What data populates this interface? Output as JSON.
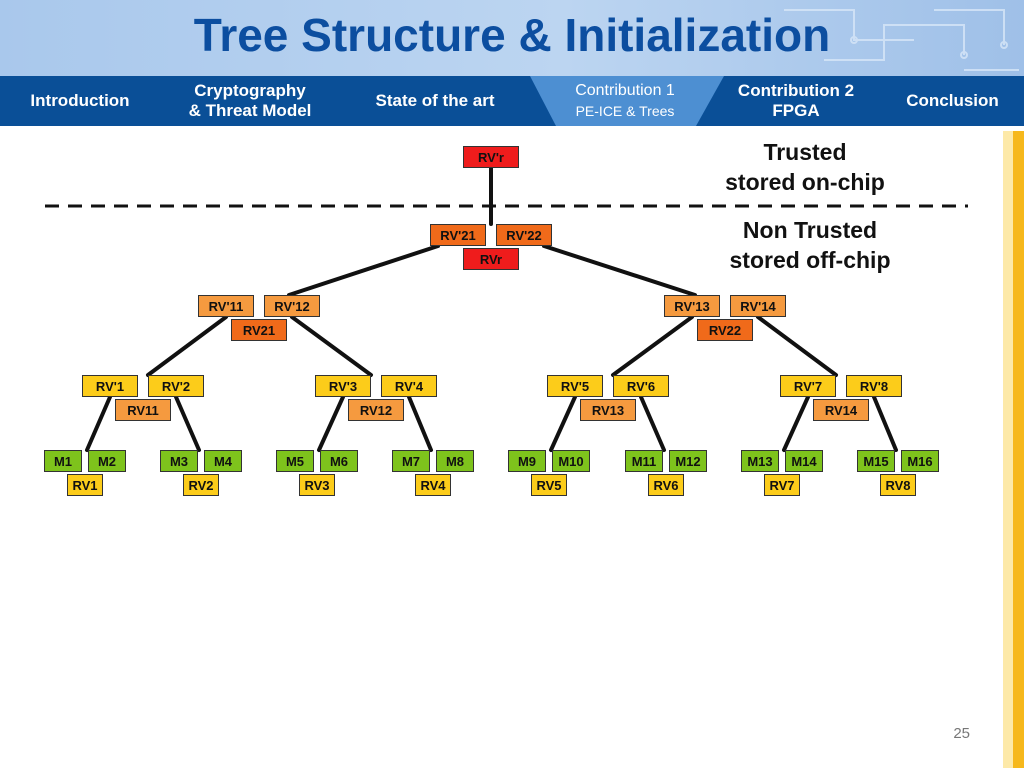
{
  "header": {
    "title": "Tree Structure & Initialization"
  },
  "nav": {
    "items": [
      {
        "label": "Introduction"
      },
      {
        "line1": "Cryptography",
        "line2": "& Threat Model"
      },
      {
        "label": "State of the art"
      },
      {
        "line1": "Contribution 1",
        "line2": "PE-ICE & Trees"
      },
      {
        "line1": "Contribution 2",
        "line2": "FPGA"
      },
      {
        "label": "Conclusion"
      }
    ]
  },
  "zones": {
    "trusted_line1": "Trusted",
    "trusted_line2": "stored on-chip",
    "untrusted_line1": "Non Trusted",
    "untrusted_line2": "stored off-chip"
  },
  "tree": {
    "root": "RV'r",
    "level3": {
      "children": [
        "RV'21",
        "RV'22"
      ],
      "self": "RVr"
    },
    "level2": [
      {
        "children": [
          "RV'11",
          "RV'12"
        ],
        "self": "RV21"
      },
      {
        "children": [
          "RV'13",
          "RV'14"
        ],
        "self": "RV22"
      }
    ],
    "level1": [
      {
        "children": [
          "RV'1",
          "RV'2"
        ],
        "self": "RV11"
      },
      {
        "children": [
          "RV'3",
          "RV'4"
        ],
        "self": "RV12"
      },
      {
        "children": [
          "RV'5",
          "RV'6"
        ],
        "self": "RV13"
      },
      {
        "children": [
          "RV'7",
          "RV'8"
        ],
        "self": "RV14"
      }
    ],
    "leaves": [
      {
        "children": [
          "M1",
          "M2"
        ],
        "self": "RV1"
      },
      {
        "children": [
          "M3",
          "M4"
        ],
        "self": "RV2"
      },
      {
        "children": [
          "M5",
          "M6"
        ],
        "self": "RV3"
      },
      {
        "children": [
          "M7",
          "M8"
        ],
        "self": "RV4"
      },
      {
        "children": [
          "M9",
          "M10"
        ],
        "self": "RV5"
      },
      {
        "children": [
          "M11",
          "M12"
        ],
        "self": "RV6"
      },
      {
        "children": [
          "M13",
          "M14"
        ],
        "self": "RV7"
      },
      {
        "children": [
          "M15",
          "M16"
        ],
        "self": "RV8"
      }
    ]
  },
  "colors": {
    "root": "#ef1c1c",
    "rvr": "#ef1c1c",
    "level3_children": "#f06a1a",
    "level2_self": "#f06a1a",
    "level2_children": "#f59a3f",
    "level1_self": "#f59a3f",
    "level1_children": "#fccc1a",
    "leaves_self": "#fccc1a",
    "memory": "#7ec31c"
  },
  "footer": {
    "page_number": "25"
  }
}
